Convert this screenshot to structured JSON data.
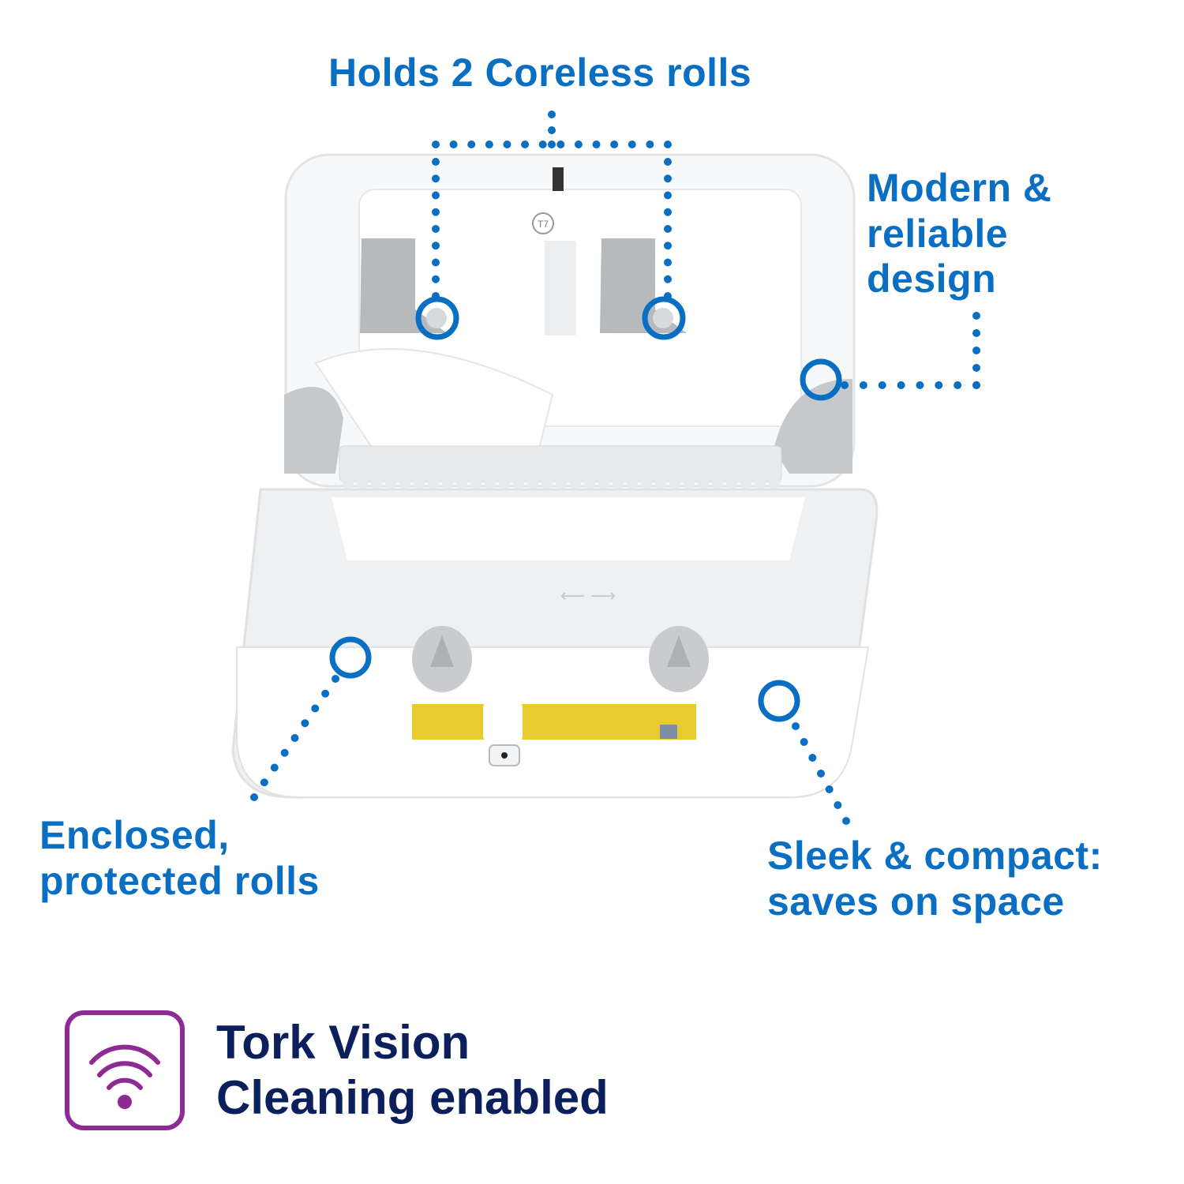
{
  "colors": {
    "accent_blue": "#0a6fc2",
    "navy_text": "#0b1f5c",
    "vision_purple": "#8e2a93",
    "warning_label_yellow": "#e8cb2e",
    "device_white": "#f4f5f6",
    "device_grey": "#b9bcbf"
  },
  "callouts": {
    "top": {
      "lines": [
        "Holds 2 Coreless rolls"
      ]
    },
    "right": {
      "lines": [
        "Modern &",
        "reliable",
        "design"
      ]
    },
    "bottom_left": {
      "lines": [
        "Enclosed,",
        "protected rolls"
      ]
    },
    "bottom_right": {
      "lines": [
        "Sleek & compact:",
        "saves on space"
      ]
    }
  },
  "feature_badge": {
    "icon": "wifi-signal-icon",
    "lines": [
      "Tork Vision",
      "Cleaning enabled"
    ]
  },
  "product": {
    "name": "open-toilet-roll-dispenser",
    "marking": "T7",
    "highlight_markers": 5
  }
}
